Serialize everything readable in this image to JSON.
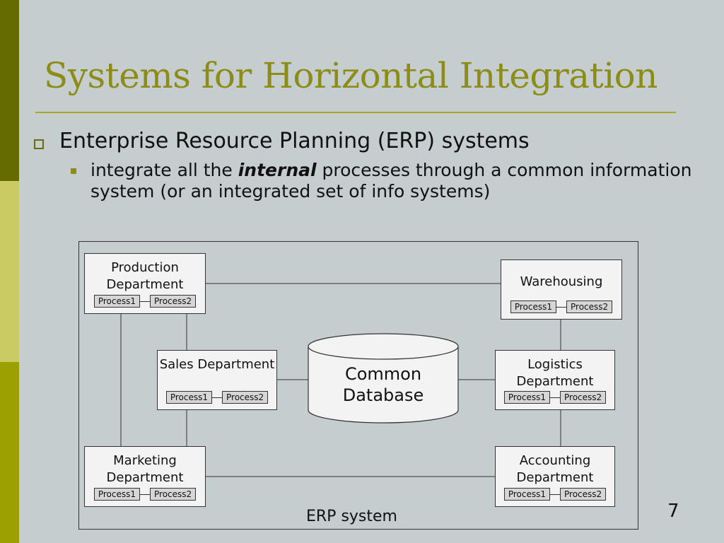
{
  "slide": {
    "title": "Systems for Horizontal Integration",
    "bullet1": "Enterprise Resource Planning (ERP) systems",
    "bullet2_pre": "integrate all the ",
    "bullet2_em": "internal",
    "bullet2_post": " processes through a common information system (or an integrated set of info systems)",
    "page_number": "7"
  },
  "diagram": {
    "caption": "ERP system",
    "database": "Common Database",
    "process_labels": [
      "Process1",
      "Process2"
    ],
    "departments": {
      "production": "Production Department",
      "warehousing": "Warehousing",
      "sales": "Sales Department",
      "logistics": "Logistics Department",
      "marketing": "Marketing Department",
      "accounting": "Accounting Department"
    }
  },
  "colors": {
    "title": "#8c8c16",
    "background": "#c5cdcf",
    "box": "#f3f3f3"
  }
}
